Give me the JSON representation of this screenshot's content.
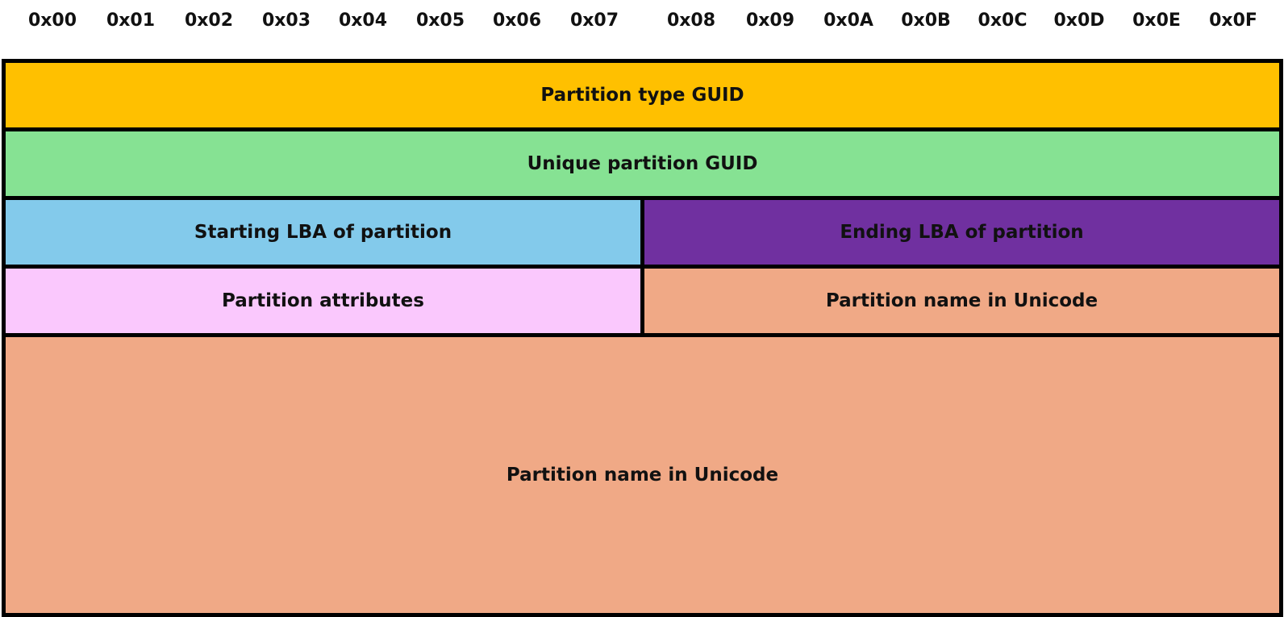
{
  "offsets": [
    "0x00",
    "0x01",
    "0x02",
    "0x03",
    "0x04",
    "0x05",
    "0x06",
    "0x07",
    "0x08",
    "0x09",
    "0x0A",
    "0x0B",
    "0x0C",
    "0x0D",
    "0x0E",
    "0x0F"
  ],
  "fields": {
    "partition_type_guid": {
      "label": "Partition type GUID",
      "color": "#FFC000"
    },
    "unique_partition_guid": {
      "label": "Unique partition GUID",
      "color": "#86E293"
    },
    "starting_lba": {
      "label": "Starting LBA of partition",
      "color": "#83CAEB"
    },
    "ending_lba": {
      "label": "Ending LBA of partition",
      "color": "#7030A0"
    },
    "partition_attributes": {
      "label": "Partition attributes",
      "color": "#FAC8FD"
    },
    "partition_name_first": {
      "label": "Partition name in Unicode",
      "color": "#F0A986"
    },
    "partition_name_rest": {
      "label": "Partition name in Unicode",
      "color": "#F0A986"
    }
  }
}
